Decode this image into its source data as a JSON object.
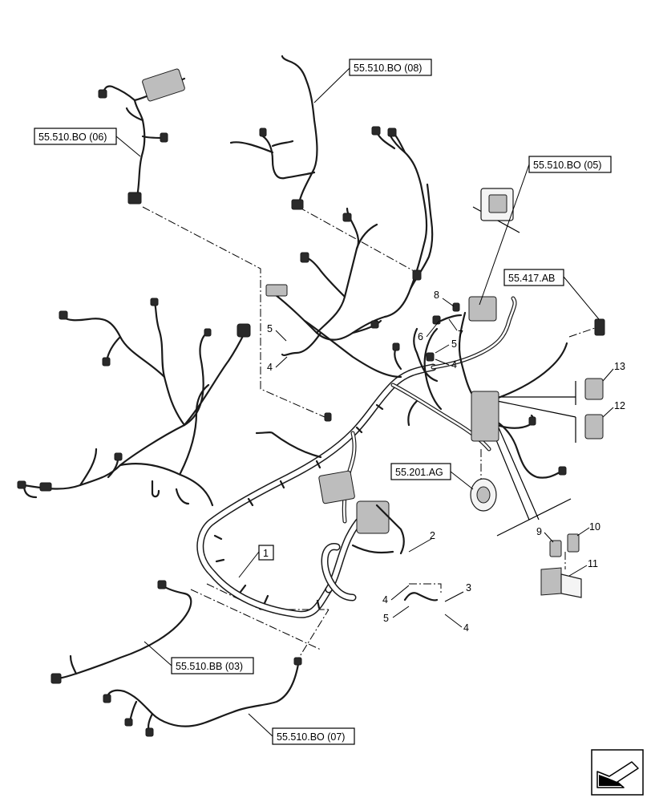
{
  "refs": {
    "bo08": "55.510.BO (08)",
    "bo06": "55.510.BO (06)",
    "bo05": "55.510.BO (05)",
    "ab417": "55.417.AB",
    "ag201": "55.201.AG",
    "bb03": "55.510.BB (03)",
    "bo07": "55.510.BO (07)"
  },
  "callouts": {
    "c1": "1",
    "c2": "2",
    "c3": "3",
    "c4a": "4",
    "c4b": "4",
    "c4c": "4",
    "c4d": "4",
    "c5a": "5",
    "c5b": "5",
    "c5c": "5",
    "c6": "6",
    "c7": "7",
    "c8": "8",
    "c9": "9",
    "c10": "10",
    "c11": "11",
    "c12": "12",
    "c13": "13"
  },
  "icons": {
    "nav": "next-page-arrow-icon"
  }
}
